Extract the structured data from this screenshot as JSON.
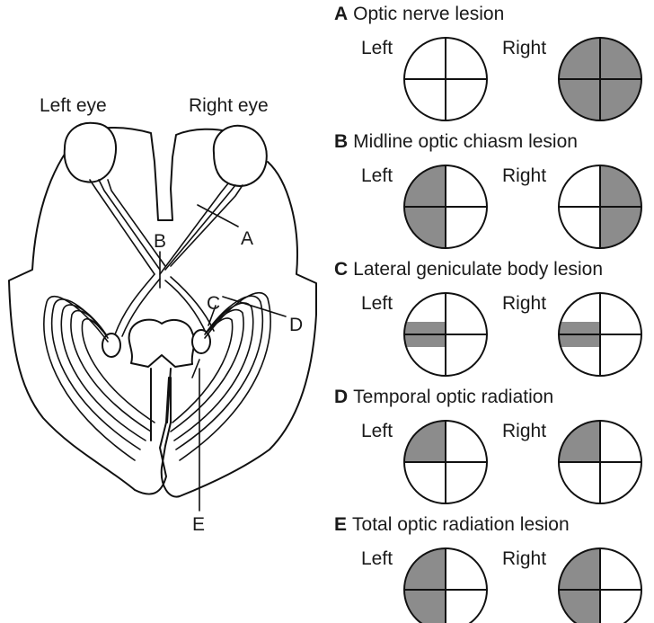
{
  "brain": {
    "left_eye_label": "Left eye",
    "right_eye_label": "Right eye",
    "markers": {
      "A": "A",
      "B": "B",
      "C": "C",
      "D": "D",
      "E": "E"
    }
  },
  "panels": [
    {
      "letter": "A",
      "title": "Optic nerve lesion",
      "left_label": "Left",
      "right_label": "Right",
      "left_shaded": [],
      "right_shaded": [
        "UL",
        "UR",
        "LL",
        "LR"
      ]
    },
    {
      "letter": "B",
      "title": "Midline optic chiasm lesion",
      "left_label": "Left",
      "right_label": "Right",
      "left_shaded": [
        "UL",
        "LL"
      ],
      "right_shaded": [
        "UR",
        "LR"
      ]
    },
    {
      "letter": "C",
      "title": "Lateral geniculate body lesion",
      "left_label": "Left",
      "right_label": "Right",
      "left_shaded": [
        "band-left"
      ],
      "right_shaded": [
        "band-left"
      ]
    },
    {
      "letter": "D",
      "title": "Temporal optic radiation",
      "left_label": "Left",
      "right_label": "Right",
      "left_shaded": [
        "UL"
      ],
      "right_shaded": [
        "UL"
      ]
    },
    {
      "letter": "E",
      "title": "Total optic radiation lesion",
      "left_label": "Left",
      "right_label": "Right",
      "left_shaded": [
        "UL",
        "LL"
      ],
      "right_shaded": [
        "UL",
        "LL"
      ]
    }
  ],
  "colors": {
    "shade": "#8c8c8c",
    "stroke": "#111111",
    "background": "#ffffff"
  }
}
